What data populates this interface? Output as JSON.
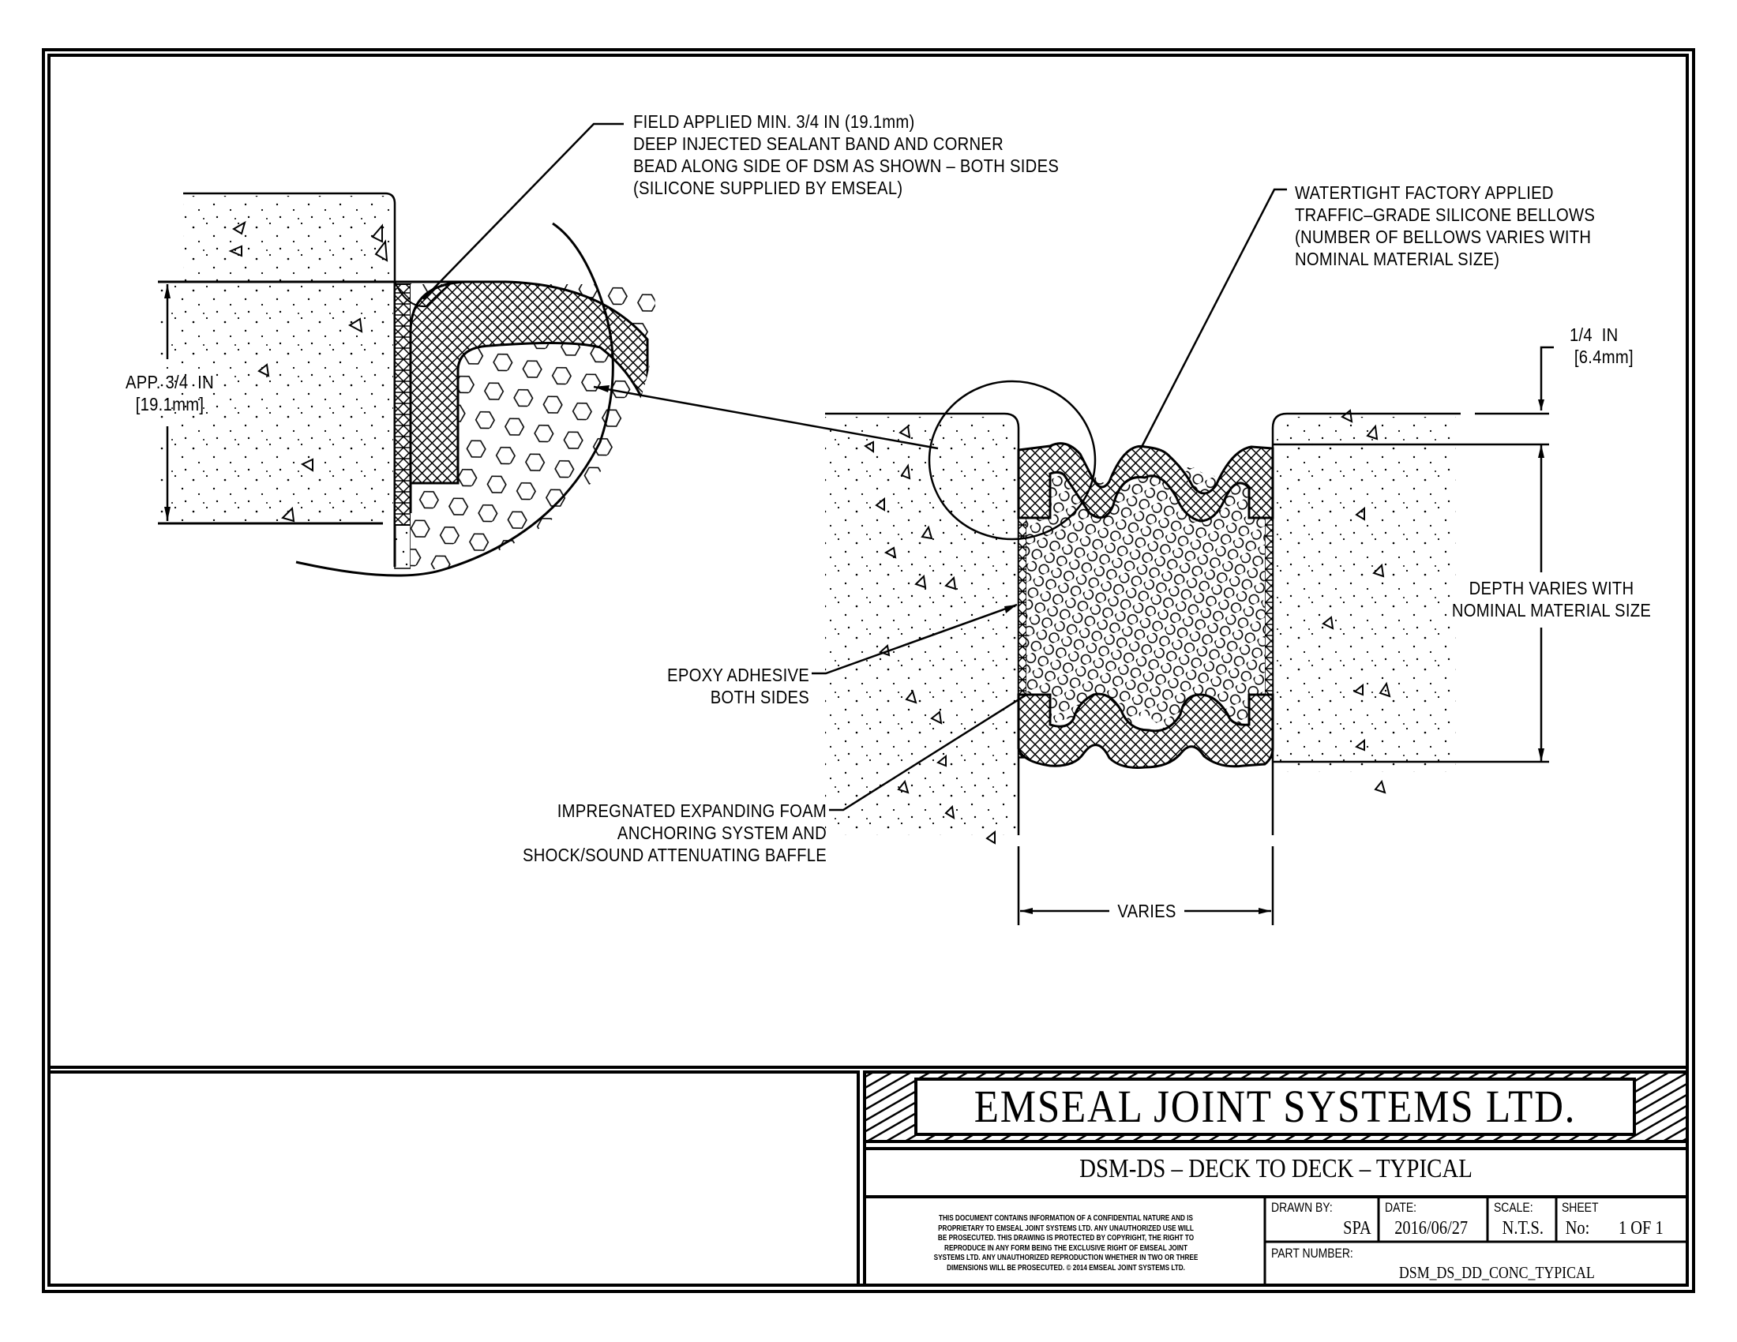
{
  "drawing": {
    "notes": {
      "field_applied": "FIELD APPLIED MIN. 3/4 IN (19.1mm)\nDEEP INJECTED SEALANT BAND AND CORNER\nBEAD ALONG SIDE OF DSM AS SHOWN – BOTH SIDES\n(SILICONE SUPPLIED BY EMSEAL)",
      "watertight": "WATERTIGHT FACTORY APPLIED\nTRAFFIC–GRADE SILICONE BELLOWS\n(NUMBER OF BELLOWS VARIES WITH\nNOMINAL MATERIAL SIZE)",
      "quarter_in": "1/4  IN\n [6.4mm]",
      "depth_varies": "DEPTH VARIES WITH\nNOMINAL MATERIAL SIZE",
      "app_three_quarter": "APP. 3/4  IN\n[19.1mm]",
      "epoxy": "EPOXY ADHESIVE\nBOTH SIDES",
      "foam": "IMPREGNATED EXPANDING FOAM\nANCHORING SYSTEM AND\nSHOCK/SOUND ATTENUATING BAFFLE",
      "varies": "VARIES"
    }
  },
  "title_block": {
    "company": "EMSEAL  JOINT  SYSTEMS  LTD.",
    "drawing_title": "DSM-DS  –  DECK  TO  DECK  –  TYPICAL",
    "disclaimer": "THIS DOCUMENT CONTAINS INFORMATION OF A CONFIDENTIAL NATURE AND IS\nPROPRIETARY TO EMSEAL JOINT SYSTEMS LTD. ANY UNAUTHORIZED USE WILL\nBE PROSECUTED. THIS DRAWING IS PROTECTED BY COPYRIGHT, THE RIGHT TO\nREPRODUCE IN ANY FORM BEING THE EXCLUSIVE RIGHT OF EMSEAL JOINT\nSYSTEMS LTD. ANY UNAUTHORIZED REPRODUCTION WHETHER IN TWO OR THREE\nDIMENSIONS WILL BE PROSECUTED. © 2014 EMSEAL JOINT SYSTEMS LTD.",
    "drawn_by_label": "DRAWN  BY:",
    "drawn_by": "SPA",
    "date_label": "DATE:",
    "date": "2016/06/27",
    "scale_label": "SCALE:",
    "scale": "N.T.S.",
    "sheet_label": "SHEET",
    "sheet_no_label": "No:",
    "sheet_no": "1  OF  1",
    "part_number_label": "PART  NUMBER:",
    "part_number": "DSM_DS_DD_CONC_TYPICAL"
  }
}
